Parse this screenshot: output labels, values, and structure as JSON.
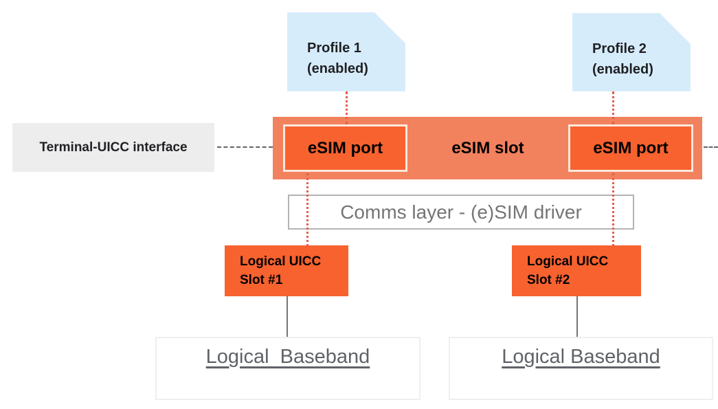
{
  "diagram": {
    "title_none": "",
    "profile1": {
      "line1": "Profile 1",
      "line2": "(enabled)"
    },
    "profile2": {
      "line1": "Profile 2",
      "line2": "(enabled)"
    },
    "terminal_interface_label": "Terminal-UICC interface",
    "esim_slot_label": "eSIM slot",
    "esim_port_left_label": "eSIM port",
    "esim_port_right_label": "eSIM port",
    "comms_layer_label": "Comms layer - (e)SIM driver",
    "uicc_slot1": {
      "line1": "Logical UICC",
      "line2": "Slot #1"
    },
    "uicc_slot2": {
      "line1": "Logical UICC",
      "line2": "Slot #2"
    },
    "baseband_left_label": "Logical  Baseband",
    "baseband_right_label": "Logical Baseband",
    "colors": {
      "profile_fill": "#D7ECFB",
      "slot_fill": "#F2815D",
      "port_fill": "#F7622F",
      "port_border": "#FBE9DE",
      "uicc_fill": "#F7622F",
      "terminal_fill": "#EDEDED",
      "dotted_red": "#EB5A4E",
      "connector_gray": "#757575",
      "dash_gray": "#5F6368",
      "comms_border": "#B3B3B3",
      "baseband_border": "#EFEFEF",
      "text_dark": "#202124",
      "text_gray": "#757575",
      "baseband_text": "#5F6368"
    }
  }
}
